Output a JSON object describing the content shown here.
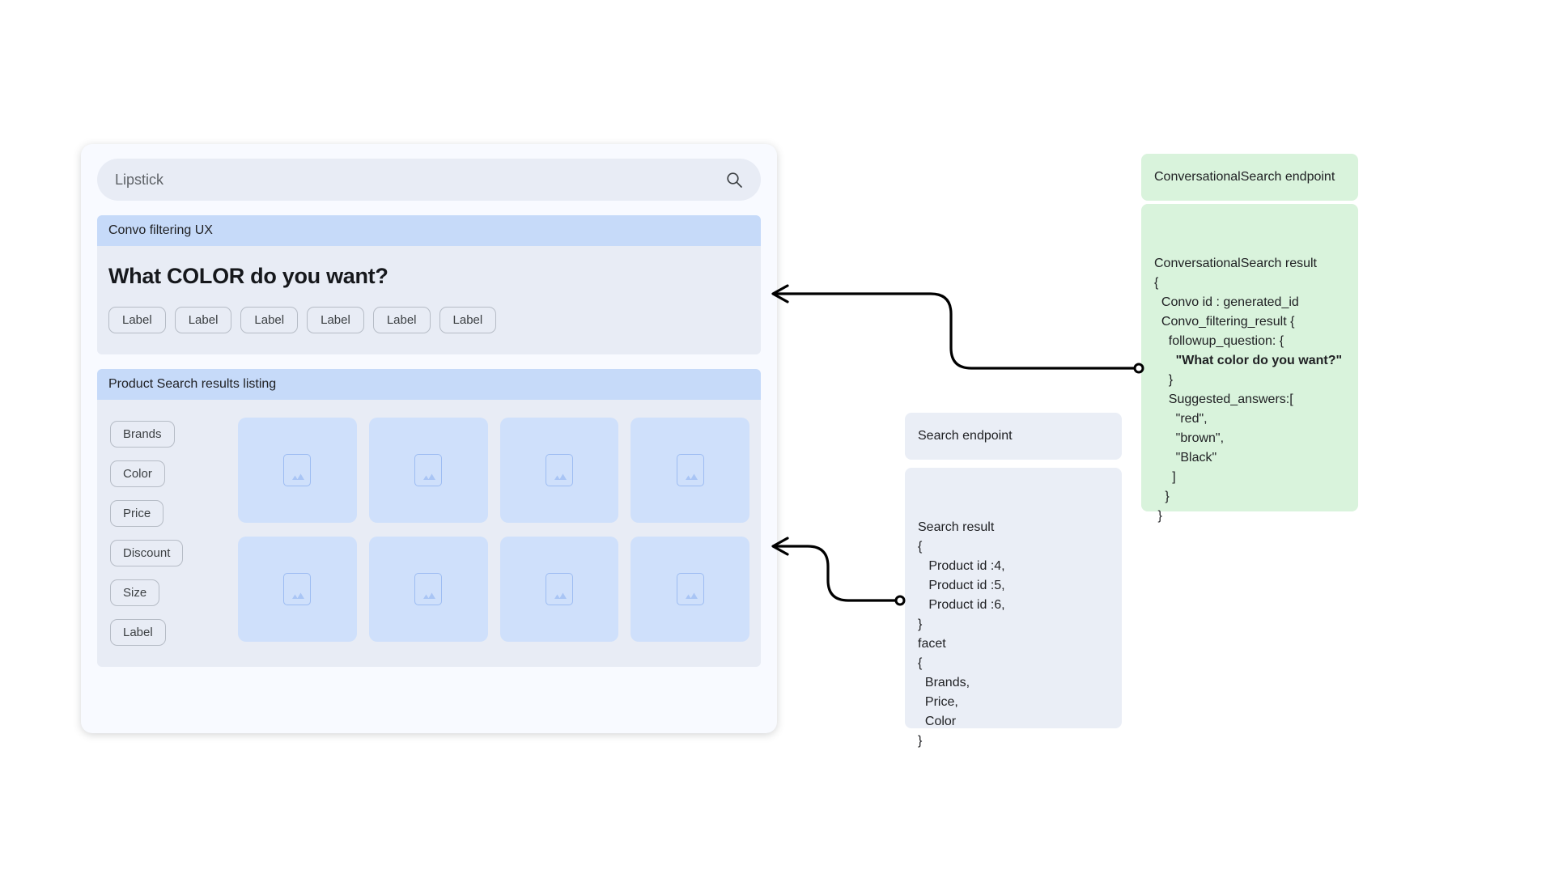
{
  "search": {
    "value": "Lipstick",
    "icon": "search-icon"
  },
  "sections": {
    "convo": {
      "header": "Convo filtering UX",
      "question": "What COLOR do you want?",
      "chips": [
        "Label",
        "Label",
        "Label",
        "Label",
        "Label",
        "Label"
      ]
    },
    "results": {
      "header": "Product Search results listing",
      "facets": [
        "Brands",
        "Color",
        "Price",
        "Discount",
        "Size",
        "Label"
      ],
      "cards": [
        {
          "icon": "image-placeholder-icon"
        },
        {
          "icon": "image-placeholder-icon"
        },
        {
          "icon": "image-placeholder-icon"
        },
        {
          "icon": "image-placeholder-icon"
        },
        {
          "icon": "image-placeholder-icon"
        },
        {
          "icon": "image-placeholder-icon"
        },
        {
          "icon": "image-placeholder-icon"
        },
        {
          "icon": "image-placeholder-icon"
        }
      ]
    }
  },
  "panels": {
    "conversational_search_endpoint": {
      "title": "ConversationalSearch endpoint"
    },
    "conversational_search_result": {
      "title": "ConversationalSearch result",
      "body_before": "{\n  Convo id : generated_id\n  Convo_filtering_result {\n    followup_question: {\n      ",
      "body_bold": "\"What color do you want?\"",
      "body_after": "\n    }\n    Suggested_answers:[\n      \"red\",\n      \"brown\",\n      \"Black\"\n     ]\n   }\n }"
    },
    "search_endpoint": {
      "title": "Search endpoint"
    },
    "search_result": {
      "title": "Search result",
      "body": "{\n   Product id :4,\n   Product id :5,\n   Product id :6,\n}\nfacet\n{\n  Brands,\n  Price,\n  Color\n}"
    }
  },
  "colors": {
    "panel_green": "#d9f3dc",
    "panel_grey": "#eaeef6",
    "section_header_blue": "#c6daf9",
    "section_body": "#e8ecf5",
    "card_blue": "#cfe0fb",
    "connector": "#000000"
  },
  "connectors": [
    {
      "name": "convo-connector",
      "from": "conversational-search-result",
      "to": "convo-filtering-section"
    },
    {
      "name": "search-connector",
      "from": "search-result",
      "to": "product-results-section"
    }
  ]
}
